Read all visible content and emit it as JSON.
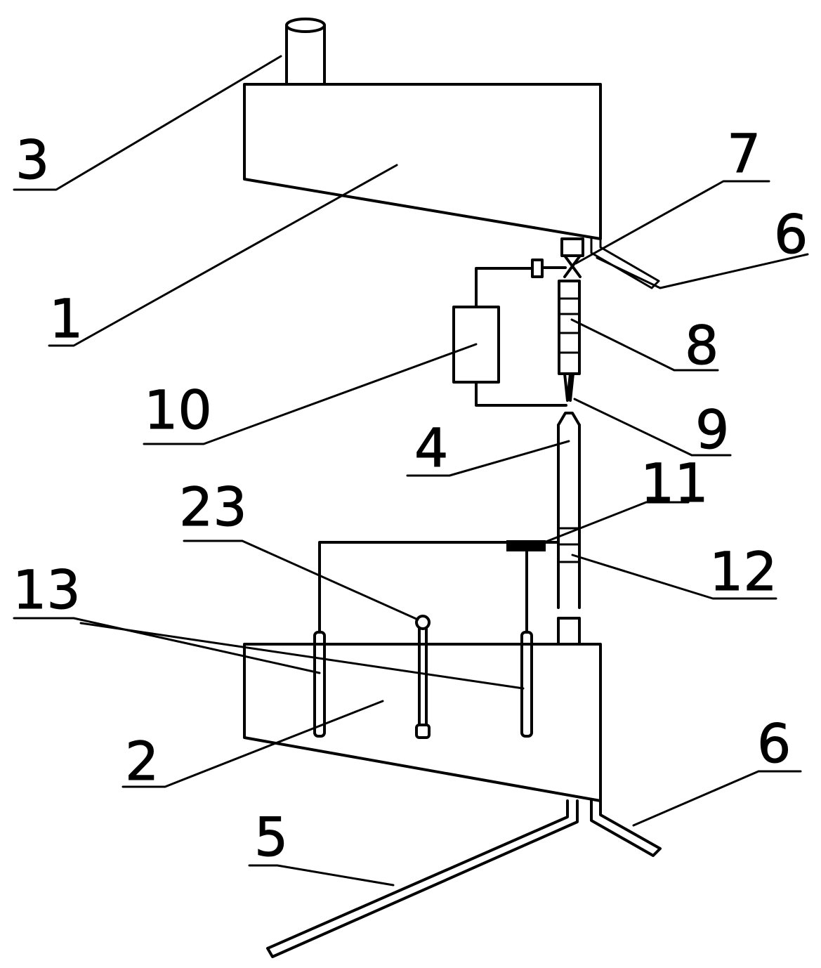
{
  "diagram": {
    "labels": {
      "tank_upper": "1",
      "tank_lower": "2",
      "inlet_pipe": "3",
      "connecting_pipe": "4",
      "outlet_pipe": "5",
      "overflow_pipe": "6",
      "valve": "7",
      "section_8": "8",
      "throat_9": "9",
      "box_10": "10",
      "fitting_11": "11",
      "section_12": "12",
      "probes_13": "13",
      "float_23": "23"
    }
  }
}
